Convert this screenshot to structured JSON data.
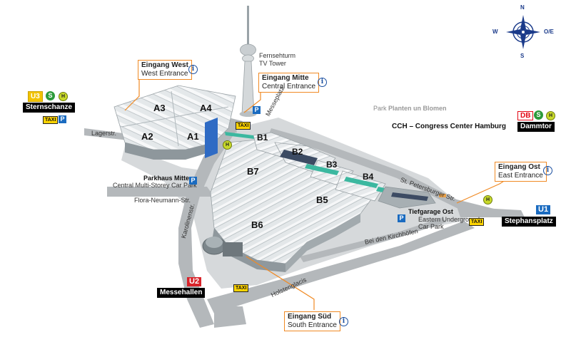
{
  "compass": {
    "north": "N",
    "south": "S",
    "west": "W",
    "east": "O/E"
  },
  "halls": [
    "A1",
    "A2",
    "A3",
    "A4",
    "B1",
    "B2",
    "B3",
    "B4",
    "B5",
    "B6",
    "B7"
  ],
  "entrances": {
    "west": {
      "de": "Eingang West",
      "en": "West Entrance"
    },
    "mitte": {
      "de": "Eingang Mitte",
      "en": "Central Entrance"
    },
    "ost": {
      "de": "Eingang Ost",
      "en": "East Entrance"
    },
    "sued": {
      "de": "Eingang Süd",
      "en": "South Entrance"
    }
  },
  "info_symbol": "i",
  "landmarks": {
    "tower_de": "Fernsehturm",
    "tower_en": "TV Tower",
    "park_prefix": "Park",
    "park_name": "Planten un Blomen",
    "cch": "CCH – Congress Center Hamburg",
    "parkhaus_de": "Parkhaus Mitte",
    "parkhaus_en": "Central Multi-Storey Car Park",
    "tiefgarage_de": "Tiefgarage Ost",
    "tiefgarage_en_1": "Eastern Underground",
    "tiefgarage_en_2": "Car Park"
  },
  "streets": {
    "lagerstr": "Lagerstr.",
    "messeplatz": "Messeplatz",
    "flora": "Flora-Neumann-Str.",
    "karolinen": "Karolinenstr.",
    "stpetersburger": "St. Petersburger Str.",
    "kirchhoefen": "Bei den Kirchhöfen",
    "holstenglacis": "Holstenglacis"
  },
  "stations": {
    "sternschanze": "Sternschanze",
    "dammtor": "Dammtor",
    "messehallen": "Messehallen",
    "stephansplatz": "Stephansplatz"
  },
  "transit_badges": {
    "u3": "U3",
    "u1": "U1",
    "u2": "U2",
    "db": "DB",
    "s": "S",
    "h": "H",
    "p": "P",
    "taxi": "TAXI"
  },
  "colors": {
    "entrance_orange": "#f08a24",
    "info_blue": "#1a4fa0",
    "u_blue": "#1a6bc0",
    "u2_red": "#d8232a",
    "db_red": "#e30613",
    "u3_yellow": "#f2c300",
    "s_green": "#2b9a3a",
    "taxi_yellow": "#ffd400",
    "bridge_teal": "#3cb8a0",
    "hall_a1_blue": "#2f6bc4"
  }
}
